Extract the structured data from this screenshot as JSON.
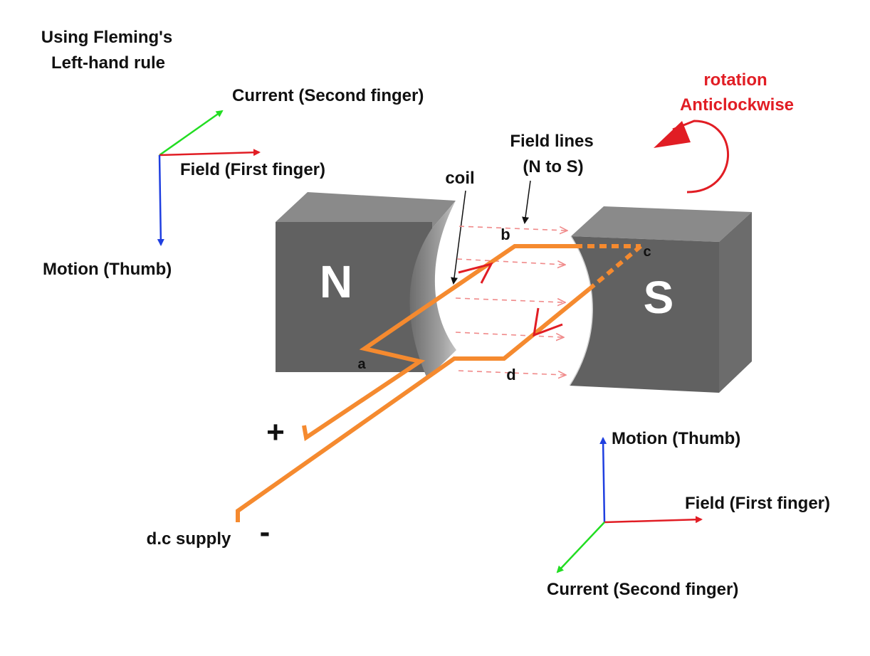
{
  "title": {
    "line1": "Using Fleming's",
    "line2": "Left-hand rule"
  },
  "rotation": {
    "line1": "rotation",
    "line2": "Anticlockwise",
    "color": "#e11d24"
  },
  "labels": {
    "coil": "coil",
    "field_lines_1": "Field lines",
    "field_lines_2": "(N to S)",
    "north": "N",
    "south": "S",
    "point_a": "a",
    "point_b": "b",
    "point_c": "c",
    "point_d": "d",
    "plus": "+",
    "minus": "-",
    "dc_supply": "d.c supply"
  },
  "axes_top": {
    "current": "Current (Second finger)",
    "field": "Field (First finger)",
    "motion": "Motion (Thumb)"
  },
  "axes_bottom": {
    "current": "Current (Second finger)",
    "field": "Field (First finger)",
    "motion": "Motion (Thumb)"
  },
  "colors": {
    "coil": "#f58a2f",
    "field_arrow": "#e11d24",
    "current_arrow": "#22dd22",
    "motion_arrow": "#1f3fe0",
    "field_line": "#f08a8a",
    "magnet_front": "#616161",
    "magnet_top": "#8a8a8a"
  }
}
